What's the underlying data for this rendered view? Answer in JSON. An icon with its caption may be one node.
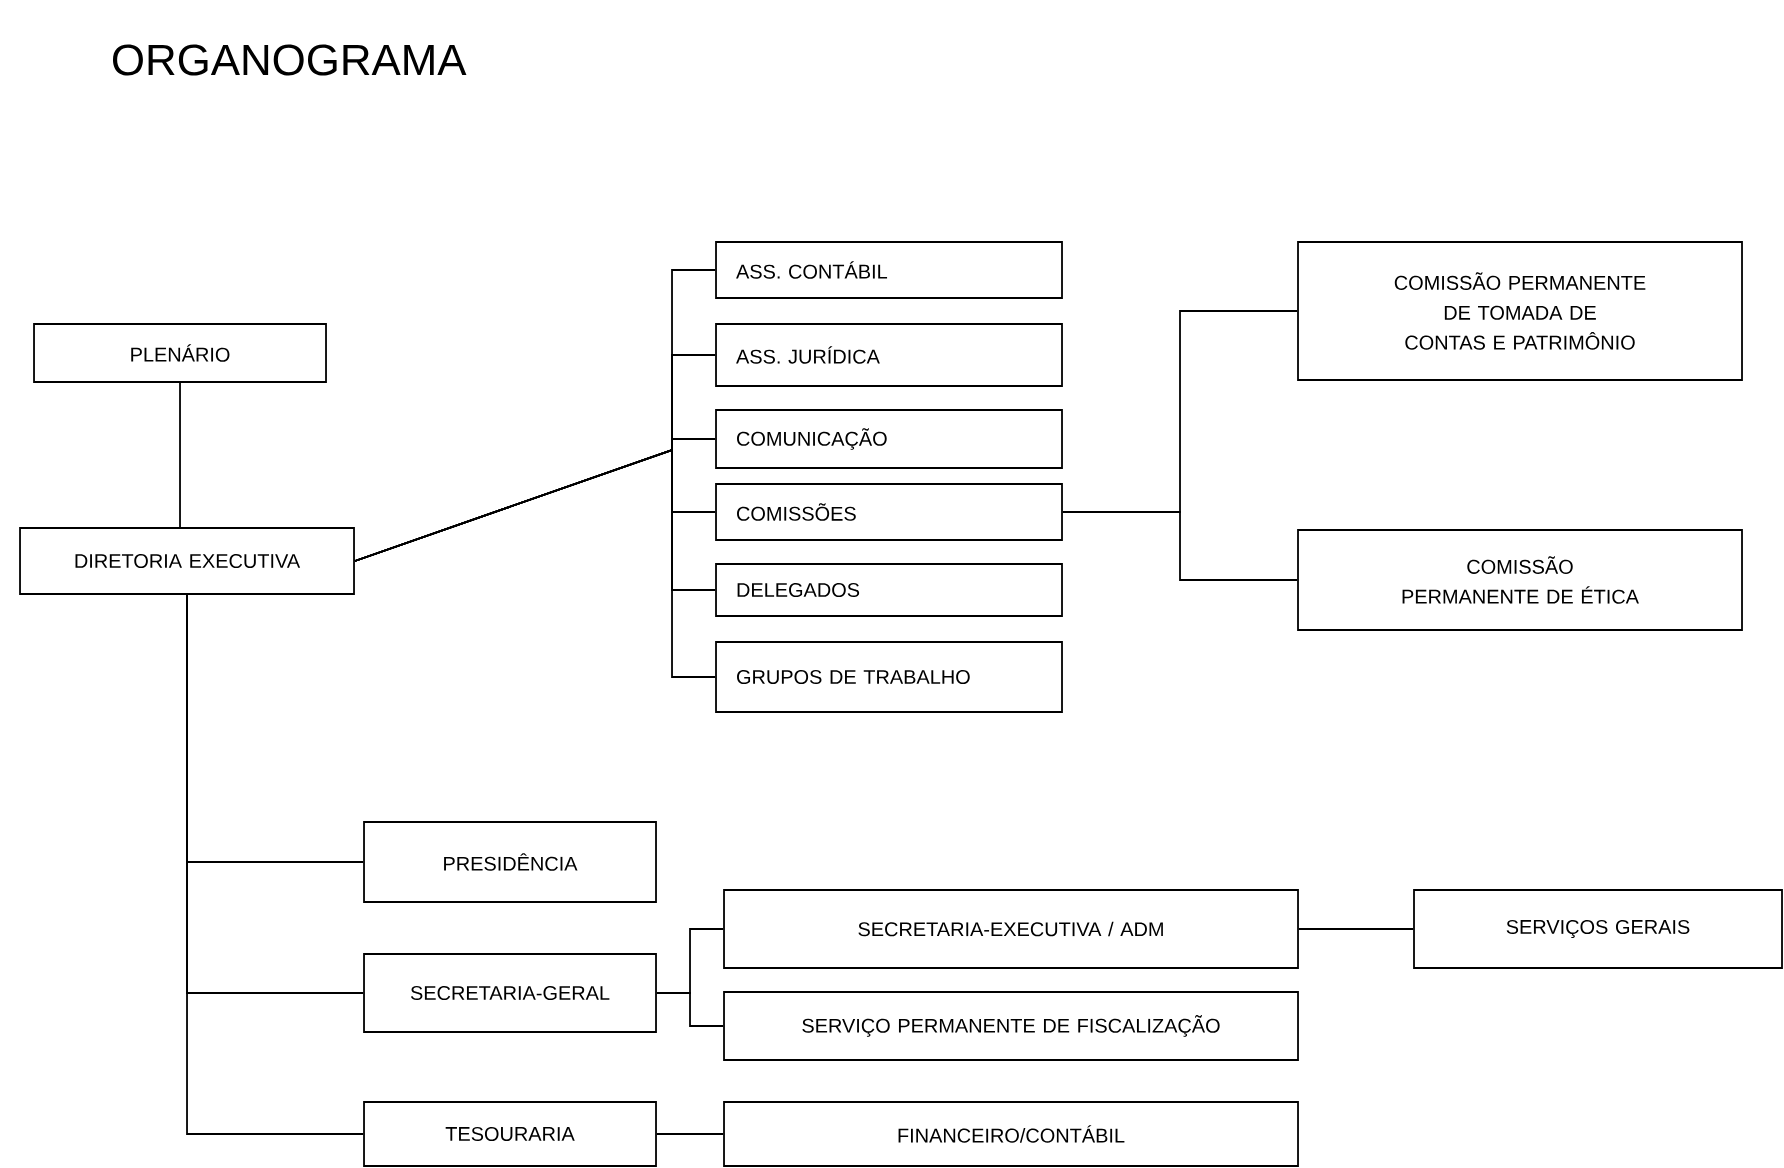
{
  "diagram": {
    "title": "ORGANOGRAMA",
    "nodes": [
      {
        "text": [
          "PLENÁRIO"
        ]
      },
      {
        "text": [
          "DIRETORIA EXECUTIVA"
        ]
      },
      {
        "text": [
          "ASS. CONTÁBIL"
        ]
      },
      {
        "text": [
          "ASS. JURÍDICA"
        ]
      },
      {
        "text": [
          "COMUNICAÇÃO"
        ]
      },
      {
        "text": [
          "COMISSÕES"
        ]
      },
      {
        "text": [
          "DELEGADOS"
        ]
      },
      {
        "text": [
          "GRUPOS DE TRABALHO"
        ]
      },
      {
        "text": [
          "COMISSÃO PERMANENTE DE TOMADA DE CONTAS E PATRIMÔNIO"
        ]
      },
      {
        "text": [
          "COMISSÃO PERMANENTE DE ÉTICA"
        ]
      },
      {
        "text": [
          "PRESIDÊNCIA"
        ]
      },
      {
        "text": [
          "SECRETARIA-GERAL"
        ]
      },
      {
        "text": [
          "SECRETARIA-EXECUTIVA  / ADM"
        ]
      },
      {
        "text": [
          "SERVIÇO PERMANENTE DE FISCALIZAÇÃO"
        ]
      },
      {
        "text": [
          "SERVIÇOS GERAIS"
        ]
      },
      {
        "text": [
          "TESOURARIA"
        ]
      },
      {
        "text": [
          "FINANCEIRO/CONTÁBIL"
        ]
      }
    ],
    "edges": [
      {
        "from": 0,
        "to": 1,
        "arrow": "none"
      },
      {
        "from": 1,
        "to": 2,
        "arrow": "none"
      },
      {
        "from": 1,
        "to": 3,
        "arrow": "none"
      },
      {
        "from": 1,
        "to": 4,
        "arrow": "none"
      },
      {
        "from": 1,
        "to": 5,
        "arrow": "none"
      },
      {
        "from": 1,
        "to": 6,
        "arrow": "none"
      },
      {
        "from": 1,
        "to": 7,
        "arrow": "none"
      },
      {
        "from": 5,
        "to": 8,
        "arrow": "none"
      },
      {
        "from": 5,
        "to": 9,
        "arrow": "none"
      },
      {
        "from": 1,
        "to": 10,
        "arrow": "none"
      },
      {
        "from": 1,
        "to": 11,
        "arrow": "none"
      },
      {
        "from": 1,
        "to": 15,
        "arrow": "none"
      },
      {
        "from": 11,
        "to": 12,
        "arrow": "none"
      },
      {
        "from": 11,
        "to": 13,
        "arrow": "none"
      },
      {
        "from": 12,
        "to": 14,
        "arrow": "none"
      },
      {
        "from": 15,
        "to": 16,
        "arrow": "none"
      }
    ]
  }
}
